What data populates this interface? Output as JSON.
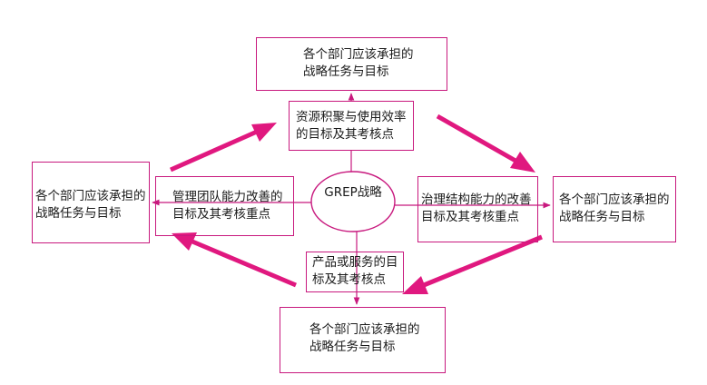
{
  "center": {
    "label": "GREP战略"
  },
  "outer_boxes": {
    "top": {
      "line1": "各个部门应该承担的",
      "line2": "战略任务与目标"
    },
    "left": {
      "line1": "各个部门应该承担的",
      "line2": "战略任务与目标"
    },
    "right": {
      "line1": "各个部门应该承担的",
      "line2": "战略任务与目标"
    },
    "bottom": {
      "line1": "各个部门应该承担的",
      "line2": "战略任务与目标"
    }
  },
  "inner_boxes": {
    "resources": {
      "line1": "资源积聚与使用效率",
      "line2": "的目标及其考核点"
    },
    "team": {
      "line1": "管理团队能力改善的",
      "line2": "目标及其考核重点"
    },
    "governance": {
      "line1": "治理结构能力的改善",
      "line2": "目标及其考核重点"
    },
    "product": {
      "line1": "产品或服务的目",
      "line2": "标及其考核点"
    }
  },
  "colors": {
    "accent": "#c8197e",
    "arrow": "#e0187f",
    "text": "#1a1a1a",
    "background": "#ffffff"
  }
}
